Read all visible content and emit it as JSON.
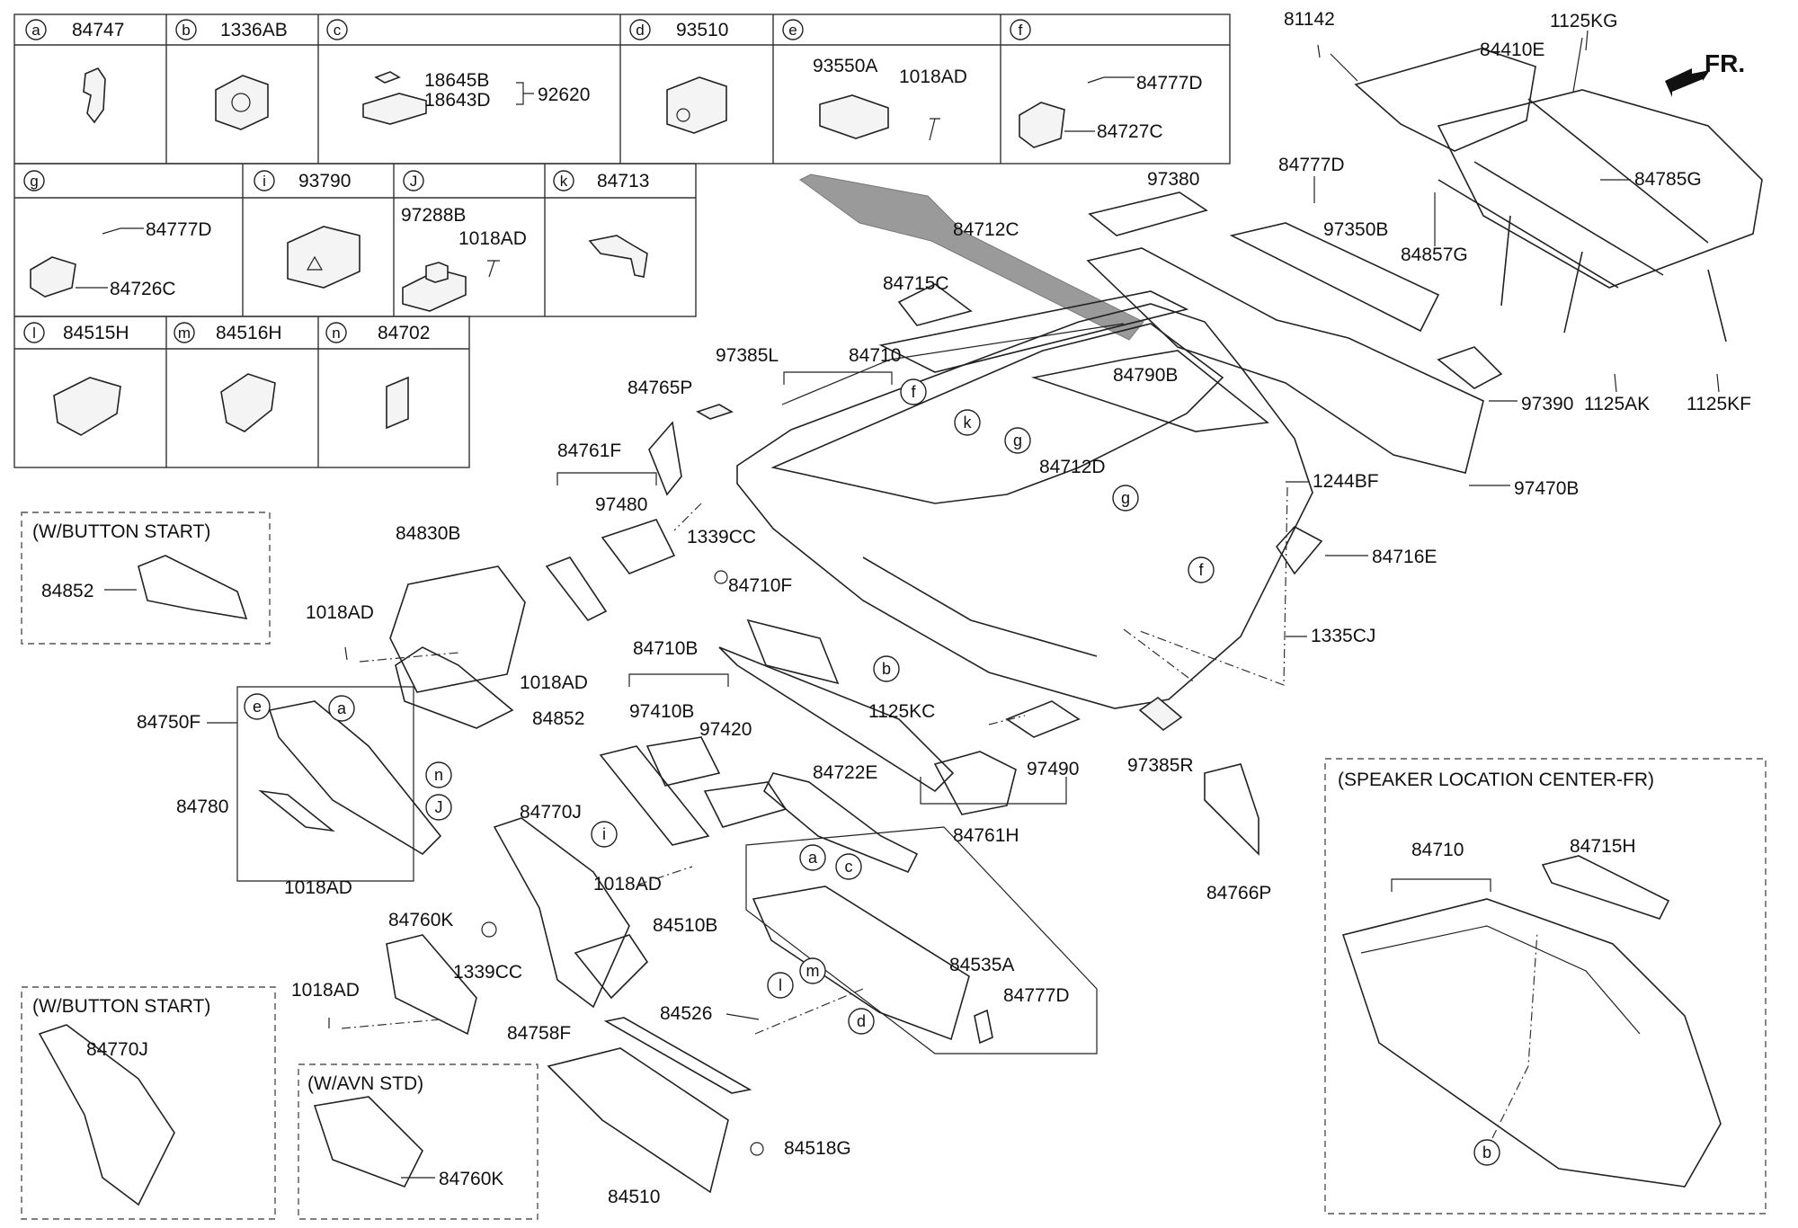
{
  "orientation": {
    "label": "FR."
  },
  "inset_table": {
    "row1": [
      {
        "letter": "a",
        "code": "84747"
      },
      {
        "letter": "b",
        "code": "1336AB"
      },
      {
        "letter": "c",
        "code": ""
      },
      {
        "letter": "d",
        "code": "93510"
      },
      {
        "letter": "e",
        "code": ""
      },
      {
        "letter": "f",
        "code": ""
      }
    ],
    "row2": [
      {
        "letter": "g",
        "code": ""
      },
      {
        "letter": "i",
        "code": "93790"
      },
      {
        "letter": "J",
        "code": ""
      },
      {
        "letter": "k",
        "code": "84713"
      }
    ],
    "row3": [
      {
        "letter": "l",
        "code": "84515H"
      },
      {
        "letter": "m",
        "code": "84516H"
      },
      {
        "letter": "n",
        "code": "84702"
      }
    ],
    "cell_labels": {
      "c_18645B": "18645B",
      "c_18643D": "18643D",
      "c_92620": "92620",
      "e_93550A": "93550A",
      "e_1018AD": "1018AD",
      "f_84777D": "84777D",
      "f_84727C": "84727C",
      "g_84777D": "84777D",
      "g_84726C": "84726C",
      "j_97288B": "97288B",
      "j_1018AD": "1018AD"
    }
  },
  "dashed_boxes": {
    "button_start_1": "(W/BUTTON START)",
    "button_start_2": "(W/BUTTON START)",
    "avn_std": "(W/AVN STD)",
    "speaker": "(SPEAKER LOCATION CENTER-FR)"
  },
  "parts": {
    "p81142": "81142",
    "p1125KG": "1125KG",
    "p84410E": "84410E",
    "p84785G": "84785G",
    "p84857G": "84857G",
    "p84777D_top": "84777D",
    "p97350B": "97350B",
    "p97380": "97380",
    "p97390": "97390",
    "p1125AK": "1125AK",
    "p1125KF": "1125KF",
    "p97470B": "97470B",
    "p84712C": "84712C",
    "p84715C": "84715C",
    "p97385L": "97385L",
    "p84710": "84710",
    "p84765P": "84765P",
    "p84790B": "84790B",
    "p84712D": "84712D",
    "p1244BF": "1244BF",
    "p84716E": "84716E",
    "p1335CJ": "1335CJ",
    "p84761F": "84761F",
    "p97480": "97480",
    "p1339CC_a": "1339CC",
    "p84710F": "84710F",
    "p84830B": "84830B",
    "p84852_a": "84852",
    "p84852_b": "84852",
    "p1018AD_a": "1018AD",
    "p1018AD_b": "1018AD",
    "p84750F": "84750F",
    "p84780": "84780",
    "p1018AD_c": "1018AD",
    "p84710B": "84710B",
    "p97410B": "97410B",
    "p97420": "97420",
    "p1018AD_d": "1018AD",
    "p84722E": "84722E",
    "p1125KC": "1125KC",
    "p97490": "97490",
    "p84761H": "84761H",
    "p97385R": "97385R",
    "p84766P": "84766P",
    "p84770J_a": "84770J",
    "p84760K_a": "84760K",
    "p1339CC_b": "1339CC",
    "p1018AD_e": "1018AD",
    "p84510B": "84510B",
    "p84535A": "84535A",
    "p84777D_b": "84777D",
    "p84526": "84526",
    "p84758F": "84758F",
    "p84518G": "84518G",
    "p84510": "84510",
    "p84770J_b": "84770J",
    "p84760K_b": "84760K",
    "p84710_sp": "84710",
    "p84715H": "84715H"
  },
  "callouts": {
    "f1": "f",
    "k": "k",
    "g1": "g",
    "g2": "g",
    "f2": "f",
    "b1": "b",
    "e": "e",
    "a1": "a",
    "n": "n",
    "J": "J",
    "i": "i",
    "a2": "a",
    "c": "c",
    "m": "m",
    "l": "l",
    "d": "d",
    "b2": "b"
  }
}
